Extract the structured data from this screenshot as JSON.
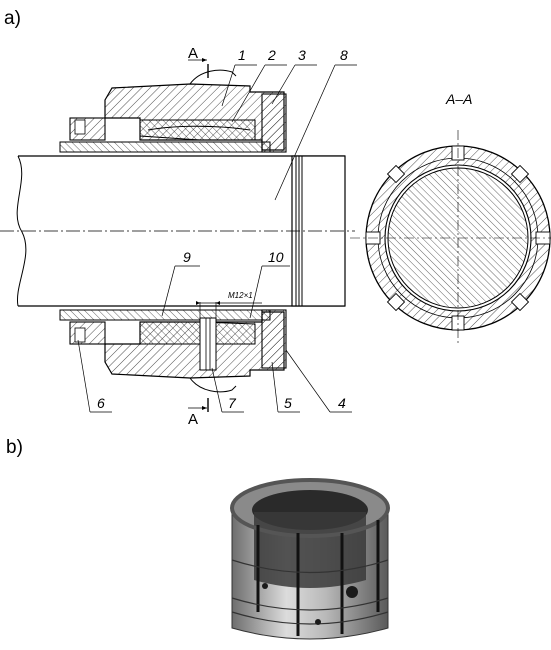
{
  "figure": {
    "panel_a_label": "a)",
    "panel_b_label": "b)",
    "section_mark_top": "A",
    "section_mark_bottom": "A",
    "section_title": "A–A",
    "thread_label": "M12×1",
    "callouts": {
      "c1": "1",
      "c2": "2",
      "c3": "3",
      "c4": "4",
      "c5": "5",
      "c6": "6",
      "c7": "7",
      "c8": "8",
      "c9": "9",
      "c10": "10"
    }
  }
}
